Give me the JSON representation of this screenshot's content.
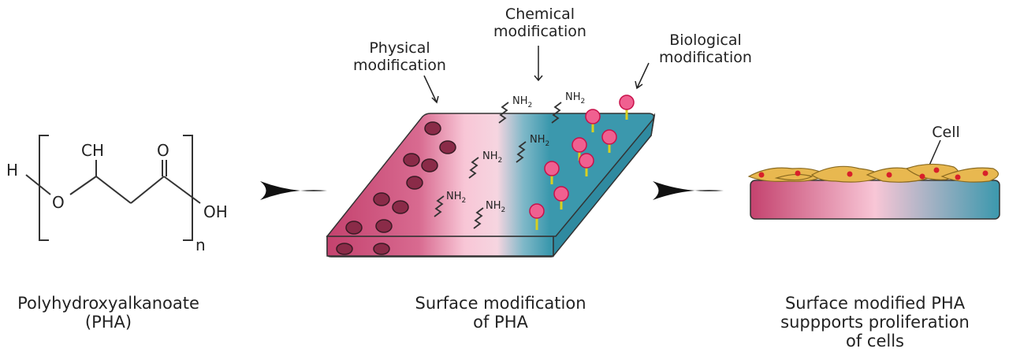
{
  "structure": {
    "h_left": "H",
    "o_ester": "O",
    "ch": "CH",
    "o_carbonyl": "O",
    "oh": "OH",
    "n_sub": "n",
    "caption_line1": "Polyhydroxyalkanoate",
    "caption_line2": "(PHA)"
  },
  "modification": {
    "physical_line1": "Physical",
    "physical_line2": "modification",
    "chemical_line1": "Chemical",
    "chemical_line2": "modification",
    "biological_line1": "Biological",
    "biological_line2": "modification",
    "amine_label": "NH",
    "amine_sub": "2",
    "caption_line1": "Surface modification",
    "caption_line2": "of PHA"
  },
  "result": {
    "cell_label": "Cell",
    "caption_line1": "Surface modified PHA",
    "caption_line2": "suppports proliferation",
    "caption_line3": "of cells"
  },
  "colors": {
    "physical": "#c4426e",
    "chemical": "#f7c3d4",
    "biological": "#3b98ad",
    "cell": "#e8b850",
    "nucleus": "#d8202a"
  }
}
